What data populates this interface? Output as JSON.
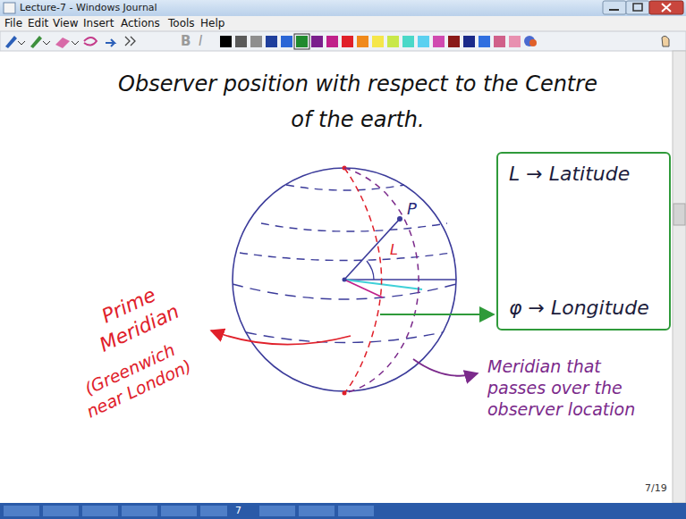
{
  "diagram": {
    "title": "Observer position with respect to the Centre of the earth.",
    "nodes": [
      {
        "text": [
          "L → Latitude",
          "φ → Longitude"
        ]
      }
    ],
    "labels": [
      "Lecture-7 - Windows Journal",
      "File",
      "Edit",
      "View",
      "Insert",
      "Actions",
      "Tools",
      "Help",
      "B",
      "I",
      "P",
      "L",
      "Prime Meridian",
      "(Greenwich near London)",
      "Meridian that passes over the observer location",
      "7/19",
      "7"
    ]
  }
}
